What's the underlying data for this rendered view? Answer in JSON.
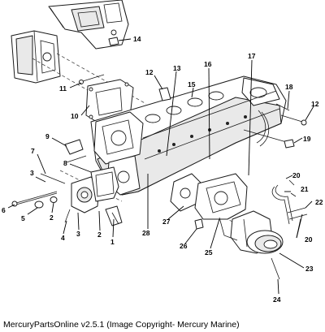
{
  "copyright": "MercuryPartsOnline v2.5.1 (Image Copyright- Mercury Marine)",
  "callouts": [
    {
      "id": "c1",
      "label": "1"
    },
    {
      "id": "c2a",
      "label": "2"
    },
    {
      "id": "c2b",
      "label": "2"
    },
    {
      "id": "c3a",
      "label": "3"
    },
    {
      "id": "c3b",
      "label": "3"
    },
    {
      "id": "c4",
      "label": "4"
    },
    {
      "id": "c5",
      "label": "5"
    },
    {
      "id": "c6",
      "label": "6"
    },
    {
      "id": "c7",
      "label": "7"
    },
    {
      "id": "c8",
      "label": "8"
    },
    {
      "id": "c9",
      "label": "9"
    },
    {
      "id": "c10",
      "label": "10"
    },
    {
      "id": "c11",
      "label": "11"
    },
    {
      "id": "c12a",
      "label": "12"
    },
    {
      "id": "c12b",
      "label": "12"
    },
    {
      "id": "c13",
      "label": "13"
    },
    {
      "id": "c14",
      "label": "14"
    },
    {
      "id": "c15",
      "label": "15"
    },
    {
      "id": "c16",
      "label": "16"
    },
    {
      "id": "c17",
      "label": "17"
    },
    {
      "id": "c18",
      "label": "18"
    },
    {
      "id": "c19",
      "label": "19"
    },
    {
      "id": "c20a",
      "label": "20"
    },
    {
      "id": "c20b",
      "label": "20"
    },
    {
      "id": "c21",
      "label": "21"
    },
    {
      "id": "c22",
      "label": "22"
    },
    {
      "id": "c23",
      "label": "23"
    },
    {
      "id": "c24",
      "label": "24"
    },
    {
      "id": "c25",
      "label": "25"
    },
    {
      "id": "c26",
      "label": "26"
    },
    {
      "id": "c27",
      "label": "27"
    },
    {
      "id": "c28",
      "label": "28"
    }
  ]
}
